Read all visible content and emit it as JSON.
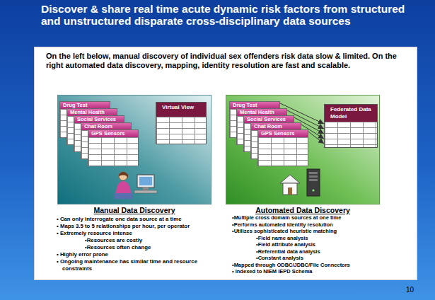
{
  "diagram": {
    "title": "Discover & share real time acute dynamic risk factors from structured and unstructured disparate cross-disciplinary data sources",
    "nodes": [
      {
        "text": [
          "On the left below, manual discovery of individual sex offenders risk data slow & limited.  On the right automated data discovery, mapping, identity resolution are fast and scalable."
        ]
      },
      {
        "text": [
          "Manual Data Discovery"
        ],
        "in": 0
      },
      {
        "text": [
          "Drug Test"
        ],
        "in": 1
      },
      {
        "text": [
          "Mental Health"
        ],
        "in": 1
      },
      {
        "text": [
          "Social Services"
        ],
        "in": 1
      },
      {
        "text": [
          "Chat Room"
        ],
        "in": 1
      },
      {
        "text": [
          "GPS Sensors"
        ],
        "in": 1
      },
      {
        "text": [
          "Virtual View"
        ],
        "in": 1
      },
      {
        "text": [
          "Automated Data Discovery"
        ],
        "in": 0
      },
      {
        "text": [
          "Drug Test"
        ],
        "in": 8
      },
      {
        "text": [
          "Mental Health"
        ],
        "in": 8
      },
      {
        "text": [
          "Social Services"
        ],
        "in": 8
      },
      {
        "text": [
          "Chat Room"
        ],
        "in": 8
      },
      {
        "text": [
          "GPS Sensors"
        ],
        "in": 8
      },
      {
        "text": [
          "Federated Data Model"
        ],
        "in": 8
      }
    ],
    "edges": [
      {
        "from": 9,
        "to": 14,
        "arrow": "to"
      },
      {
        "from": 10,
        "to": 14,
        "arrow": "to"
      },
      {
        "from": 11,
        "to": 14,
        "arrow": "to"
      },
      {
        "from": 12,
        "to": 14,
        "arrow": "to"
      },
      {
        "from": 13,
        "to": 14,
        "arrow": "to"
      }
    ],
    "labels": [
      "• Can only interrogate one data source at a time",
      "• Maps 3.5 to 5 relationships per hour, per operator",
      "• Extremely resource intense",
      "•Resources are costly",
      "•Resources often change",
      "• Highly error prone",
      "• Ongoing maintenance has similar time and resource constraints",
      "•Multiple cross domain sources at one time",
      "•Performs automated identity resolution",
      "•Utilizes sophisticated heuristic matching",
      "•Field name analysis",
      "•Field attribute analysis",
      "•Referential data analysis",
      "•Constant analysis",
      "•Mapped through ODBC/JDBC/File Connectors",
      "• Indexed to NIEM IEPD Schema",
      "10"
    ]
  }
}
